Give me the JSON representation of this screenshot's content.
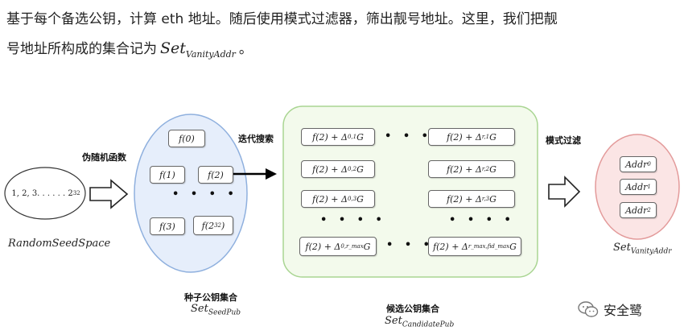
{
  "intro": {
    "line1": "基于每个备选公钥，计算 eth 地址。随后使用模式过滤器，筛出靓号地址。这里，我们把靓",
    "line2a": "号地址所构成的集合记为",
    "line2_sym": "Set",
    "line2_sub": "VanityAddr",
    "line2b": "。"
  },
  "random_space": {
    "content": "1, 2, 3. . . . . . 2",
    "content_sup": "32",
    "label": "RandomSeedSpace"
  },
  "arrows": {
    "prng_label": "伪随机函数",
    "iter_label": "迭代搜索",
    "filter_label": "模式过滤"
  },
  "seed_set": {
    "items": [
      "f(0)",
      "f(1)",
      "f(2)",
      "f(3)"
    ],
    "last": "f(2",
    "last_sup": "32",
    "last_end": ")",
    "dots": "• • • •",
    "label_cn": "种子公钥集合",
    "label_sym": "Set",
    "label_sub": "SeedPub"
  },
  "candidate_set": {
    "left": [
      {
        "a": "f(2) + Δ",
        "sub": "0,1",
        "b": "G"
      },
      {
        "a": "f(2) + Δ",
        "sub": "0,2",
        "b": "G"
      },
      {
        "a": "f(2) + Δ",
        "sub": "0,3",
        "b": "G"
      }
    ],
    "right": [
      {
        "a": "f(2) + Δ",
        "sub": "r,1",
        "b": "G"
      },
      {
        "a": "f(2) + Δ",
        "sub": "r,2",
        "b": "G"
      },
      {
        "a": "f(2) + Δ",
        "sub": "r,3",
        "b": "G"
      }
    ],
    "left_last": {
      "a": "f(2) + Δ",
      "sub": "0,r_max",
      "b": "G"
    },
    "right_last": {
      "a": "f(2) + Δ",
      "sub": "r_max,fid_max",
      "b": "G"
    },
    "dots": "• • • •",
    "label_cn": "候选公钥集合",
    "label_sym": "Set",
    "label_sub": "CandidatePub"
  },
  "vanity_set": {
    "items": [
      {
        "a": "Addr",
        "sub": "0"
      },
      {
        "a": "Addr",
        "sub": "1"
      },
      {
        "a": "Addr",
        "sub": "2"
      }
    ],
    "label_sym": "Set",
    "label_sub": "VanityAddr"
  },
  "watermark": {
    "text": "安全鹭",
    "icon": "wechat-icon"
  },
  "colors": {
    "seed_fill": "#e6eefb",
    "seed_stroke": "#8fb0de",
    "cand_fill": "#f3faec",
    "cand_stroke": "#a9d592",
    "vanity_fill": "#fbe5e5",
    "vanity_stroke": "#e39a9a"
  }
}
